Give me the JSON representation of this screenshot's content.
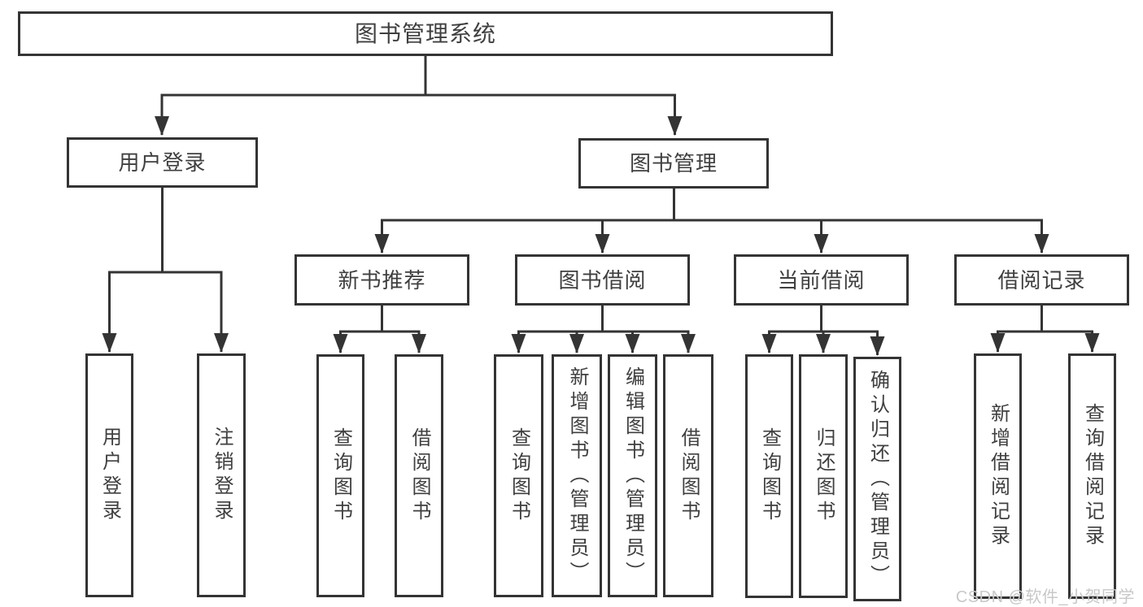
{
  "colors": {
    "bg": "#ffffff",
    "line": "#343434",
    "text": "#3f3f3f",
    "watermark": "#c8c8c8"
  },
  "watermark": "CSDN @软件_小贺同学",
  "tree": {
    "root": {
      "label": "图书管理系统"
    },
    "children": [
      {
        "label": "用户登录",
        "children": [
          {
            "label": "用户登录"
          },
          {
            "label": "注销登录"
          }
        ]
      },
      {
        "label": "图书管理",
        "children": [
          {
            "label": "新书推荐",
            "children": [
              {
                "label": "查询图书"
              },
              {
                "label": "借阅图书"
              }
            ]
          },
          {
            "label": "图书借阅",
            "children": [
              {
                "label": "查询图书"
              },
              {
                "label": "新增图书（管理员）"
              },
              {
                "label": "编辑图书（管理员）"
              },
              {
                "label": "借阅图书"
              }
            ]
          },
          {
            "label": "当前借阅",
            "children": [
              {
                "label": "查询图书"
              },
              {
                "label": "归还图书"
              },
              {
                "label": "确认归还（管理员）"
              }
            ]
          },
          {
            "label": "借阅记录",
            "children": [
              {
                "label": "新增借阅记录"
              },
              {
                "label": "查询借阅记录"
              }
            ]
          }
        ]
      }
    ]
  }
}
